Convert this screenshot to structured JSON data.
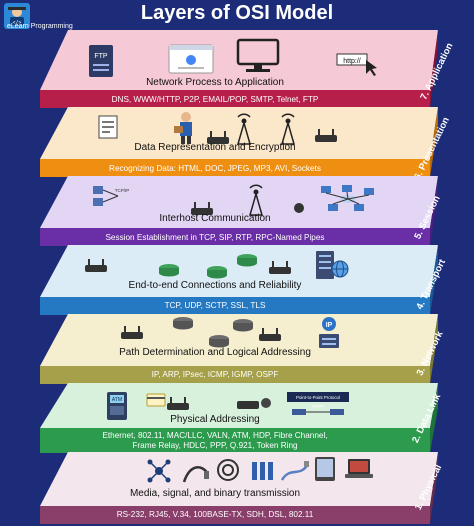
{
  "brand": {
    "name": "eLearn Programming",
    "badge_glyph": "</>"
  },
  "title": "Layers of OSI Model",
  "layers": [
    {
      "number_label": "7. Application",
      "title": "Network Process to Application",
      "protocols": "DNS, WWW/HTTP, P2P, EMAIL/POP, SMTP, Telnet, FTP",
      "colors": {
        "top": "#f6c9d6",
        "front": "#b51f4a",
        "side": "#8a1033"
      },
      "icons": [
        "ftp-server-icon",
        "browser-search-icon",
        "computer-monitor-icon",
        "url-cursor-icon"
      ],
      "icon_texts": {
        "ftp": "FTP",
        "url": "http://"
      }
    },
    {
      "number_label": "6. Presentation",
      "title": "Data Representation and Encryption",
      "protocols": "Recognizing Data: HTML, DOC, JPEG, MP3, AVI, Sockets",
      "colors": {
        "top": "#fbe7c9",
        "front": "#ee8f12",
        "side": "#b86a06"
      },
      "icons": [
        "document-icon",
        "courier-icon",
        "router-icon",
        "antenna-tower-icon",
        "antenna-tower-icon",
        "router-icon"
      ]
    },
    {
      "number_label": "5. Session",
      "title": "Interhost Communication",
      "protocols": "Session Establishment in TCP, SIP, RTP, RPC-Named Pipes",
      "colors": {
        "top": "#e3d6f4",
        "front": "#6a2fa6",
        "side": "#4b1d7c"
      },
      "icons": [
        "network-hosts-icon",
        "router-icon",
        "antenna-tower-icon",
        "router-icon",
        "network-map-icon"
      ],
      "icon_texts": {
        "tcpip": "TCP/IP"
      }
    },
    {
      "number_label": "4. Transport",
      "title": "End-to-end Connections and Reliability",
      "protocols": "TCP, UDP, SCTP, SSL, TLS",
      "colors": {
        "top": "#dcecf7",
        "front": "#2579c2",
        "side": "#1a5a93"
      },
      "icons": [
        "router-icon",
        "switch-icon",
        "switch-icon",
        "switch-icon",
        "router-icon",
        "server-globe-icon"
      ]
    },
    {
      "number_label": "3. Network",
      "title": "Path Determination and Logical Addressing",
      "protocols": "IP, ARP, IPsec, ICMP, IGMP, OSPF",
      "colors": {
        "top": "#f5efcf",
        "front": "#a6a04a",
        "side": "#7d7830"
      },
      "icons": [
        "router-icon",
        "switch-icon",
        "switch-icon",
        "switch-icon",
        "router-icon",
        "ip-icon"
      ],
      "icon_texts": {
        "ip": "IP"
      }
    },
    {
      "number_label": "2. Data Link",
      "title": "Physical Addressing",
      "protocols_lines": [
        "Ethernet, 802.11, MAC/LLC, VALN, ATM, HDP, Fibre Channel,",
        "Frame Relay, HDLC, PPP, Q.921, Token Ring"
      ],
      "colors": {
        "top": "#d8f1dd",
        "front": "#2c9b4e",
        "side": "#1e7438"
      },
      "icons": [
        "atm-icon",
        "card-icon",
        "router-icon",
        "modem-icon",
        "ppp-icon"
      ],
      "icon_texts": {
        "atm": "ATM",
        "ppp_title": "Point-to-Point Protocol",
        "ppp_short": "(PPP)"
      }
    },
    {
      "number_label": "1. Physical",
      "title": "Media, signal, and binary transmission",
      "protocols": "RS-232, RJ45, V.34, 100BASE-TX, SDH, DSL, 802.11",
      "colors": {
        "top": "#f3e6ec",
        "front": "#8a3f6a",
        "side": "#632b4c"
      },
      "icons": [
        "network-nodes-icon",
        "cable-icon",
        "fiber-cable-icon",
        "cable-bundle-icon",
        "phone-cable-icon",
        "tablet-icon",
        "laptop-icon"
      ]
    }
  ]
}
